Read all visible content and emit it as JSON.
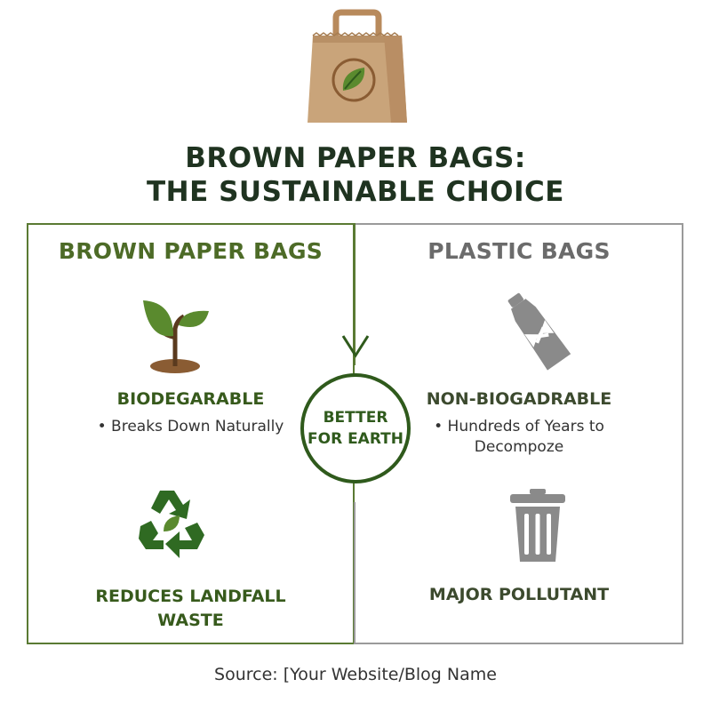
{
  "title": {
    "line1": "BROWN PAPER BAGS:",
    "line2": "THE SUSTAINABLE CHOICE"
  },
  "left_panel": {
    "heading": "BROWN PAPER BAGS",
    "icons": [
      "sprout-icon",
      "recycle-icon"
    ],
    "feature1": {
      "title": "BIODEGARABLE",
      "bullet": "Breaks Down Naturally"
    },
    "feature2": {
      "title_line1": "REDUCES LANDFALL",
      "title_line2": "WASTE"
    }
  },
  "right_panel": {
    "heading": "PLASTIC BAGS",
    "icons": [
      "plastic-bottle-icon",
      "trash-can-icon"
    ],
    "feature1": {
      "title": "NON-BIOGADRABLE",
      "bullet_line1": "Hundreds of Years to",
      "bullet_line2": "Decompoze"
    },
    "feature2": {
      "title": "MAJOR POLLUTANT"
    }
  },
  "badge": {
    "line1": "BETTER",
    "line2": "FOR EARTH"
  },
  "source": "Source: [Your Website/Blog Name",
  "colors": {
    "paper_brown": "#c9a47a",
    "leaf_green": "#5a8a2e",
    "dark_green": "#2f5a1c",
    "heading_green": "#4d6b27",
    "plastic_grey": "#8a8a8a"
  }
}
